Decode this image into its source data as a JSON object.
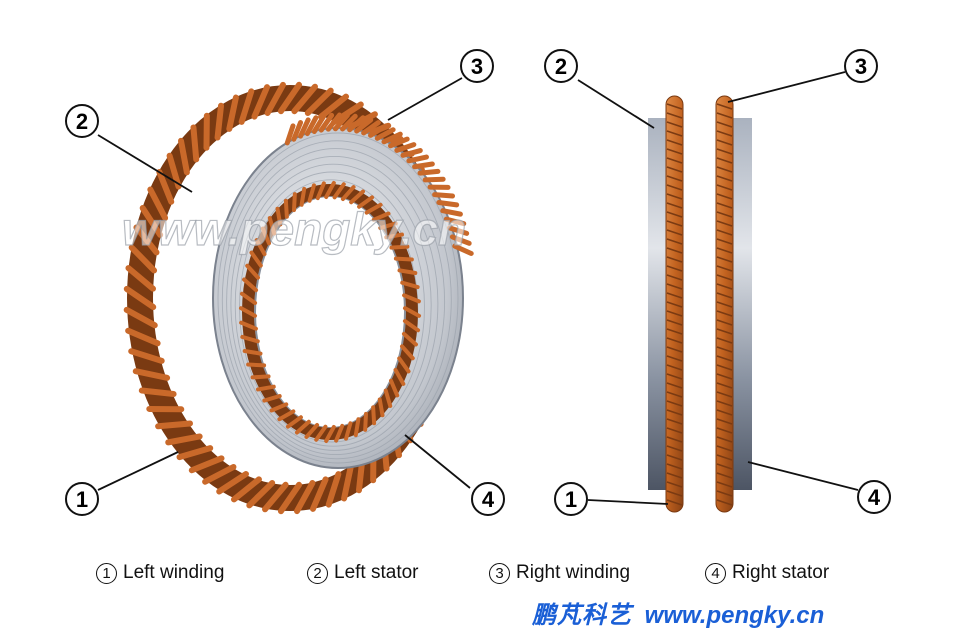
{
  "watermark": "www.pengky.cn",
  "callouts": [
    "1",
    "2",
    "3",
    "4"
  ],
  "legend": [
    {
      "num": "1",
      "label": "Left winding"
    },
    {
      "num": "2",
      "label": "Left stator"
    },
    {
      "num": "3",
      "label": "Right winding"
    },
    {
      "num": "4",
      "label": "Right stator"
    }
  ],
  "footer": {
    "brand_cn": "鹏芃科艺",
    "url": "www.pengky.cn"
  },
  "colors": {
    "copper": "#c9692a",
    "copper_dark": "#7a3a12",
    "steel_light": "#d8dadf",
    "steel_dark": "#5a6270",
    "footer_blue": "#1a5fd6"
  }
}
